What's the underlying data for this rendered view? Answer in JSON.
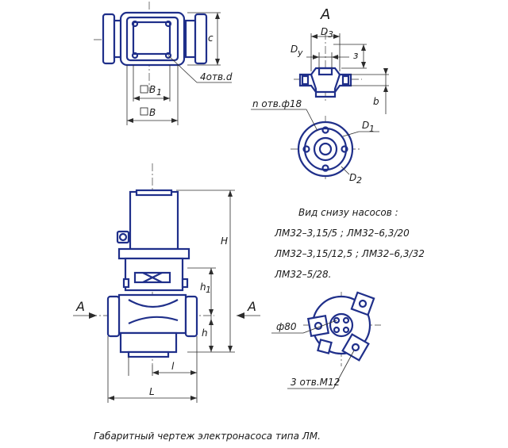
{
  "caption": "Габаритный чертеж электронасоса типа ЛМ.",
  "view_letter": "A",
  "section_arrow_left": "A",
  "section_arrow_right": "A",
  "top_view": {
    "dim_c": "c",
    "dim_b1": "B",
    "dim_b1_sub": "1",
    "dim_b": "B",
    "holes": "4отв.d"
  },
  "flange_view": {
    "dim_d3": "D",
    "dim_d3_sub": "3",
    "dim_dy": "D",
    "dim_dy_sub": "у",
    "dim_z": "з",
    "dim_b": "b"
  },
  "bottom_flange": {
    "holes": "n отв.ф18",
    "dim_d1": "D",
    "dim_d1_sub": "1",
    "dim_d2": "D",
    "dim_d2_sub": "2"
  },
  "front_view": {
    "dim_H": "H",
    "dim_h1": "h",
    "dim_h1_sub": "1",
    "dim_h": "h",
    "dim_l": "l",
    "dim_L": "L"
  },
  "notes": {
    "line1": "Вид снизу насосов :",
    "line2": "ЛМ32–3,15/5 ; ЛМ32–6,3/20",
    "line3": "ЛМ32–3,15/12,5 ; ЛМ32–6,3/32",
    "line4": "ЛМ32–5/28."
  },
  "bottom_view": {
    "dim_diam": "ф80",
    "holes": "3 отв.М12"
  }
}
